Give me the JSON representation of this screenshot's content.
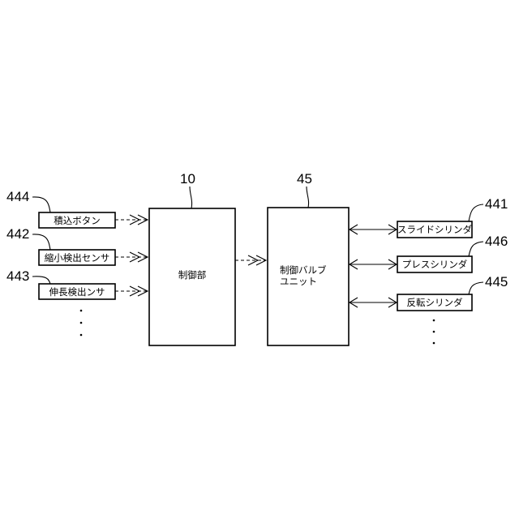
{
  "inputs": {
    "items": [
      {
        "ref": "444",
        "label": "積込ボタン"
      },
      {
        "ref": "442",
        "label": "縮小検出センサ"
      },
      {
        "ref": "443",
        "label": "伸長検出ンサ"
      }
    ]
  },
  "controller": {
    "ref": "10",
    "label": "制御部"
  },
  "valve_unit": {
    "ref": "45",
    "label_line1": "制御バルブ",
    "label_line2": "ユニット"
  },
  "outputs": {
    "items": [
      {
        "ref": "441",
        "label": "スライドシリンダ"
      },
      {
        "ref": "446",
        "label": "プレスシリンダ"
      },
      {
        "ref": "445",
        "label": "反転シリンダ"
      }
    ]
  }
}
